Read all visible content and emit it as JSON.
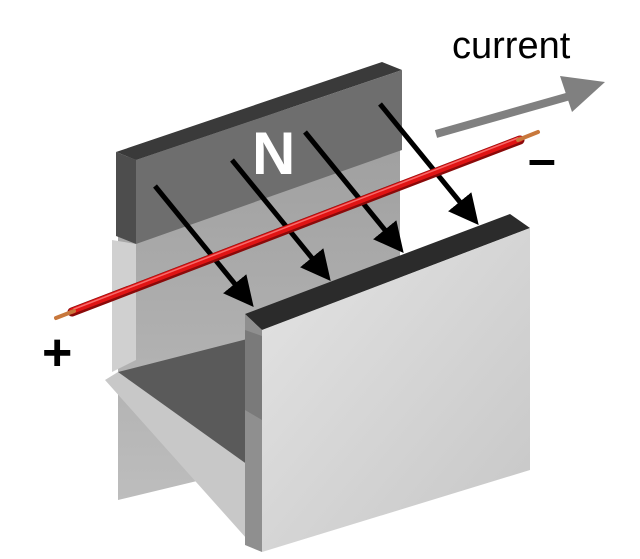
{
  "labels": {
    "current": "current",
    "north_pole": "N",
    "positive": "+",
    "negative": "–"
  },
  "field_lines": 4,
  "colors": {
    "wire": "#e01414",
    "wire_tip": "#c8783c",
    "field_arrow": "#000000",
    "current_arrow": "#808080",
    "magnet_face_light": "#d6d6d6",
    "magnet_face_mid": "#a8a8a8",
    "magnet_inner": "#5a5a5a",
    "magnet_edge": "#2b2b2b",
    "pole_label": "#ffffff"
  }
}
